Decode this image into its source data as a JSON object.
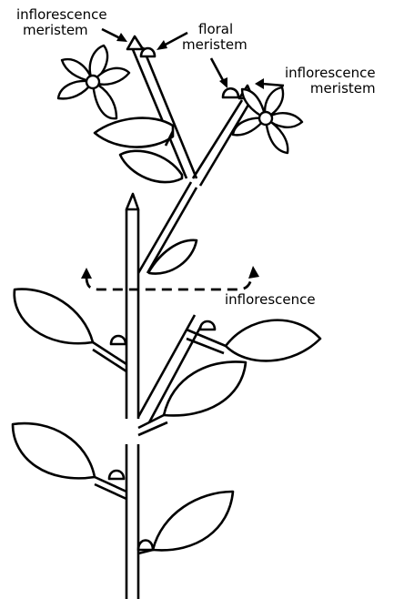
{
  "labels": {
    "inflorescence_meristem_top": [
      "inflorescence",
      "meristem"
    ],
    "floral_meristem": [
      "floral",
      "meristem"
    ],
    "inflorescence_meristem_right": [
      "inflorescence",
      "meristem"
    ],
    "inflorescence": "inflorescence"
  }
}
